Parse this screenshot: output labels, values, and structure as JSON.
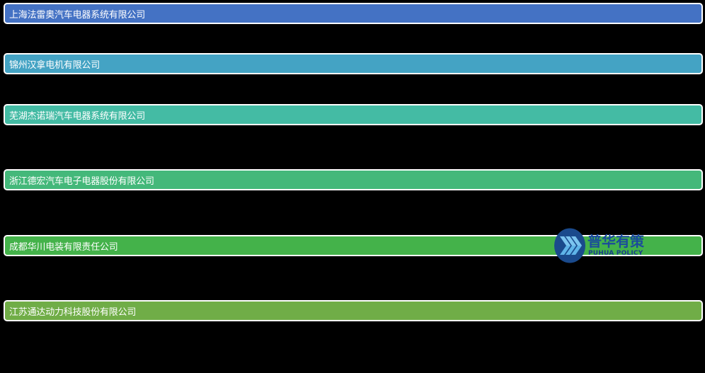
{
  "companies": [
    {
      "name": "上海法雷奥汽车电器系统有限公司",
      "color": "#4472c4"
    },
    {
      "name": "锦州汉拿电机有限公司",
      "color": "#44a3c4"
    },
    {
      "name": "芜湖杰诺瑞汽车电器系统有限公司",
      "color": "#44bba4"
    },
    {
      "name": "浙江德宏汽车电子电器股份有限公司",
      "color": "#44b87a"
    },
    {
      "name": "成都华川电装有限责任公司",
      "color": "#44b24a"
    },
    {
      "name": "江苏通达动力科技股份有限公司",
      "color": "#70ad47"
    }
  ],
  "logo": {
    "cn_text": "普华有策",
    "en_text": "PUHUA POLICY",
    "icon": "chevron-circle-icon",
    "circle_color": "#1a4a8c",
    "chevron_color": "#5fb4e8"
  },
  "background": "#000000"
}
